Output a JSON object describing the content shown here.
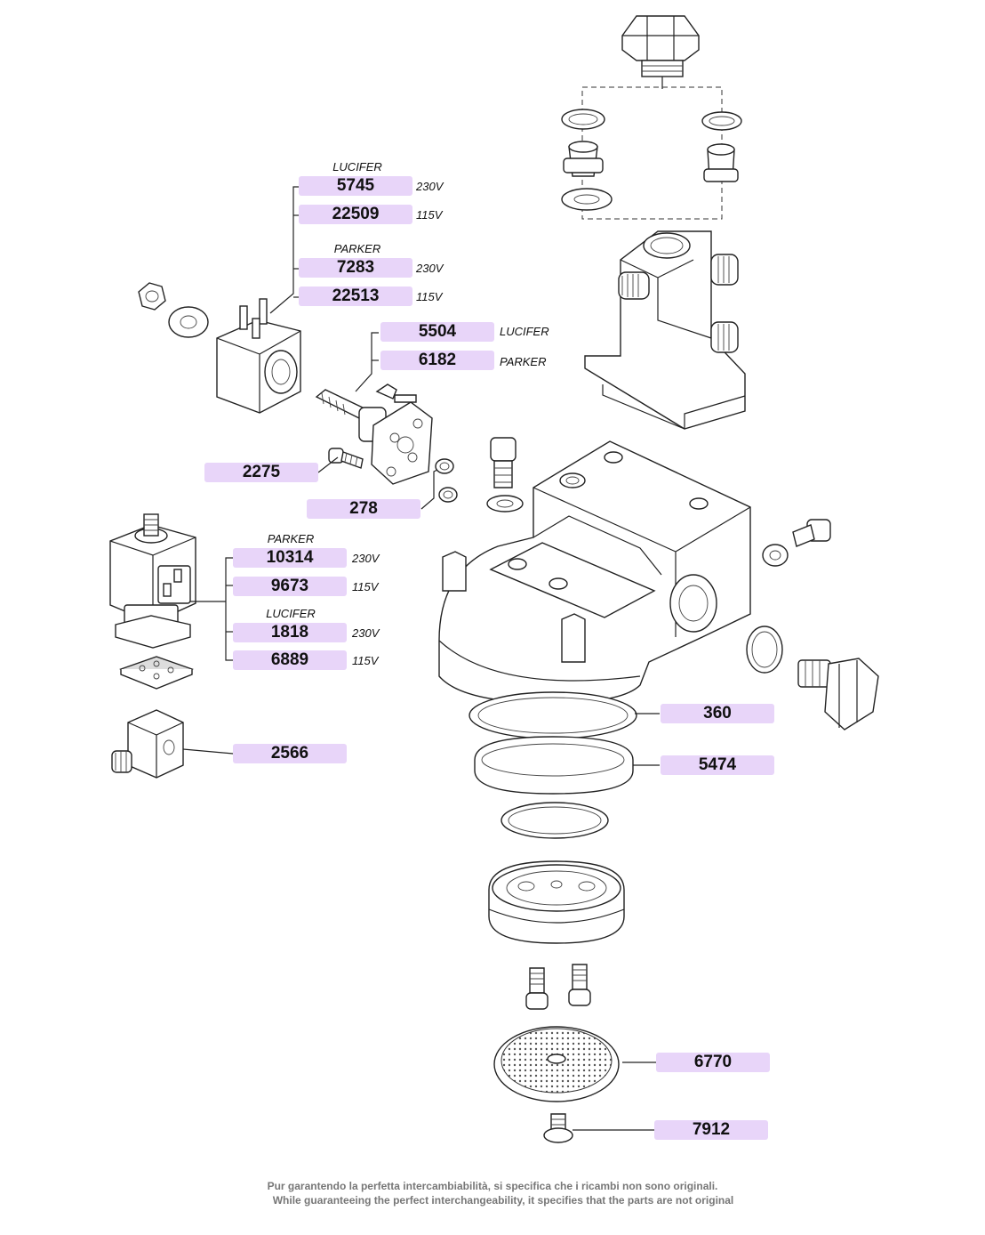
{
  "part_numbers": {
    "p5745": "5745",
    "p22509": "22509",
    "p7283": "7283",
    "p22513": "22513",
    "p5504": "5504",
    "p6182": "6182",
    "p2275": "2275",
    "p278": "278",
    "p10314": "10314",
    "p9673": "9673",
    "p1818": "1818",
    "p6889": "6889",
    "p2566": "2566",
    "p360": "360",
    "p5474": "5474",
    "p6770": "6770",
    "p7912": "7912"
  },
  "brands": {
    "lucifer_coil": "LUCIFER",
    "parker_coil": "PARKER",
    "lucifer_body": "LUCIFER",
    "parker_body": "PARKER",
    "parker_valve": "PARKER",
    "lucifer_valve": "LUCIFER"
  },
  "voltages": {
    "v5745": "230V",
    "v22509": "115V",
    "v7283": "230V",
    "v22513": "115V",
    "v10314": "230V",
    "v9673": "115V",
    "v1818": "230V",
    "v6889": "115V"
  },
  "footer": {
    "italian": "Pur garantendo la perfetta intercambiabilità, si specifica che i ricambi non sono originali.",
    "english": "While guaranteeing the perfect interchangeability, it specifies that the parts are not original"
  },
  "colors": {
    "label_bg": "#e8d5f9",
    "line": "#222222",
    "footer_text": "#777777"
  }
}
